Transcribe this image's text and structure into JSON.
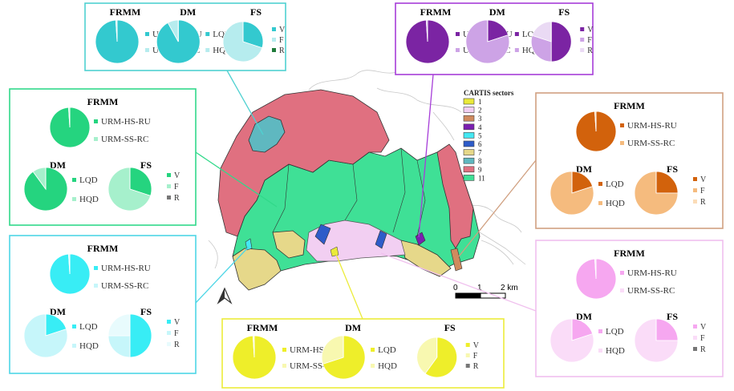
{
  "map": {
    "legend_title": "CARTIS sectors",
    "sectors": [
      {
        "label": "1",
        "color": "#eaea3a"
      },
      {
        "label": "2",
        "color": "#f2cff2"
      },
      {
        "label": "3",
        "color": "#d08a5e"
      },
      {
        "label": "4",
        "color": "#7a1fb0"
      },
      {
        "label": "5",
        "color": "#44e8f2"
      },
      {
        "label": "6",
        "color": "#2e5cc9"
      },
      {
        "label": "7",
        "color": "#e6d88a"
      },
      {
        "label": "8",
        "color": "#5fb8c0"
      },
      {
        "label": "9",
        "color": "#e07080"
      },
      {
        "label": "11",
        "color": "#3fe096"
      }
    ],
    "scale": {
      "zero": "0",
      "one": "1",
      "two": "2 km"
    }
  },
  "panels": [
    {
      "id": "s8",
      "border": "#4fd1d1",
      "c_dark": "#33c9cf",
      "c_light": "#b6ecee",
      "c_r": "#1f7a3a",
      "frmm": {
        "title": "FRMM",
        "legend": [
          "URM-HS-RU",
          "URM-SS-RC"
        ],
        "values": [
          99,
          1
        ]
      },
      "dm": {
        "title": "DM",
        "legend": [
          "LQD",
          "HQD"
        ],
        "values": [
          92,
          8
        ]
      },
      "fs": {
        "title": "FS",
        "legend": [
          "V",
          "F",
          "R"
        ],
        "values": [
          30,
          70,
          0
        ]
      }
    },
    {
      "id": "s4",
      "border": "#a63dd8",
      "c_dark": "#7b24a3",
      "c_light": "#cda3e6",
      "c_pale": "#eadaf4",
      "frmm": {
        "title": "FRMM",
        "legend": [
          "URM-HS-RU",
          "URM-SS-RC"
        ],
        "values": [
          99,
          1
        ]
      },
      "dm": {
        "title": "DM",
        "legend": [
          "LQD",
          "HQD"
        ],
        "values": [
          20,
          80
        ]
      },
      "fs": {
        "title": "FS",
        "legend": [
          "V",
          "F",
          "R"
        ],
        "values": [
          50,
          30,
          20
        ]
      }
    },
    {
      "id": "s11",
      "border": "#31d98a",
      "c_dark": "#25d47f",
      "c_light": "#a6f0cc",
      "c_r": "#777777",
      "frmm": {
        "title": "FRMM",
        "legend": [
          "URM-HS-RU",
          "URM-SS-RC"
        ],
        "values": [
          99,
          1
        ]
      },
      "dm": {
        "title": "DM",
        "legend": [
          "LQD",
          "HQD"
        ],
        "values": [
          90,
          10
        ]
      },
      "fs": {
        "title": "FS",
        "legend": [
          "V",
          "F",
          "R"
        ],
        "values": [
          30,
          70,
          0
        ]
      }
    },
    {
      "id": "s3",
      "border": "#d0a080",
      "c_dark": "#d2620c",
      "c_light": "#f5bb7e",
      "c_pale": "#fbdcb8",
      "frmm": {
        "title": "FRMM",
        "legend": [
          "URM-HS-RU",
          "URM-SS-RC"
        ],
        "values": [
          99,
          1
        ]
      },
      "dm": {
        "title": "DM",
        "legend": [
          "LQD",
          "HQD"
        ],
        "values": [
          20,
          80
        ]
      },
      "fs": {
        "title": "FS",
        "legend": [
          "V",
          "F",
          "R"
        ],
        "values": [
          25,
          75,
          0
        ]
      }
    },
    {
      "id": "s5",
      "border": "#4ed6e6",
      "c_dark": "#38edf5",
      "c_light": "#c6f6fa",
      "c_pale": "#e8fbfd",
      "frmm": {
        "title": "FRMM",
        "legend": [
          "URM-HS-RU",
          "URM-SS-RC"
        ],
        "values": [
          99,
          1
        ]
      },
      "dm": {
        "title": "DM",
        "legend": [
          "LQD",
          "HQD"
        ],
        "values": [
          20,
          80
        ]
      },
      "fs": {
        "title": "FS",
        "legend": [
          "V",
          "F",
          "R"
        ],
        "values": [
          50,
          25,
          25
        ]
      }
    },
    {
      "id": "s2",
      "border": "#f0c0ee",
      "c_dark": "#f6a7f0",
      "c_light": "#fadcf8",
      "c_r": "#777777",
      "frmm": {
        "title": "FRMM",
        "legend": [
          "URM-HS-RU",
          "URM-SS-RC"
        ],
        "values": [
          99,
          1
        ]
      },
      "dm": {
        "title": "DM",
        "legend": [
          "LQD",
          "HQD"
        ],
        "values": [
          20,
          80
        ]
      },
      "fs": {
        "title": "FS",
        "legend": [
          "V",
          "F",
          "R"
        ],
        "values": [
          25,
          75,
          0
        ]
      }
    },
    {
      "id": "s1",
      "border": "#ecec3a",
      "c_dark": "#eeee2a",
      "c_light": "#f8f8b0",
      "c_r": "#777777",
      "frmm": {
        "title": "FRMM",
        "legend": [
          "URM-HS-RU",
          "URM-SS-RC"
        ],
        "values": [
          99,
          1
        ]
      },
      "dm": {
        "title": "DM",
        "legend": [
          "LQD",
          "HQD"
        ],
        "values": [
          70,
          30
        ]
      },
      "fs": {
        "title": "FS",
        "legend": [
          "V",
          "F",
          "R"
        ],
        "values": [
          60,
          40,
          0
        ]
      }
    }
  ]
}
